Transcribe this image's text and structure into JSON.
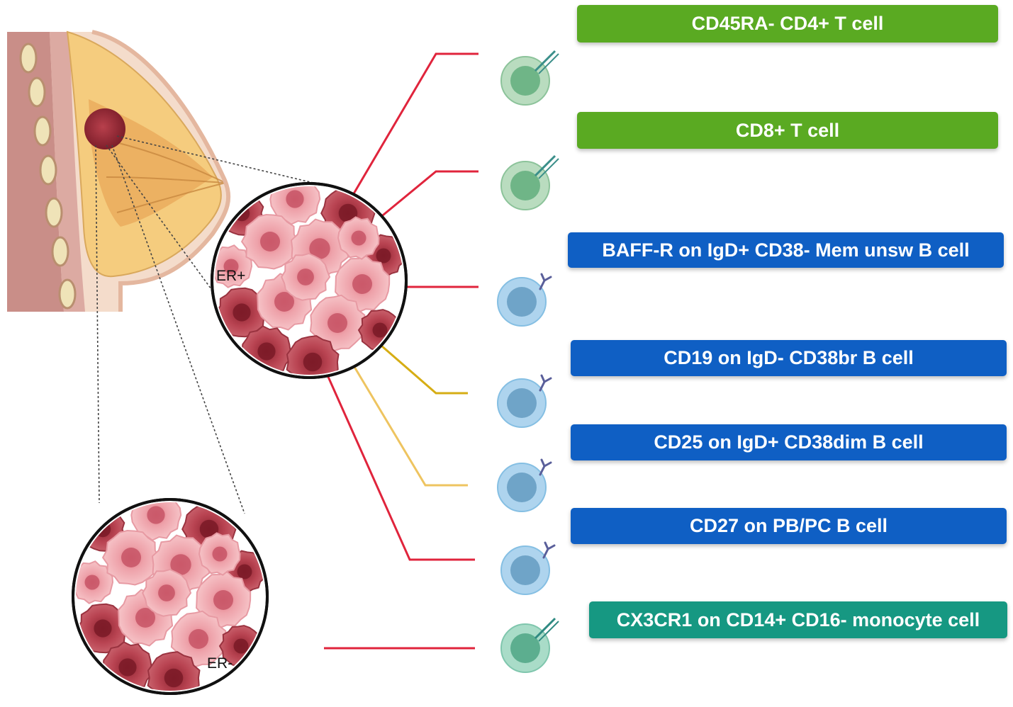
{
  "tumors": {
    "er_pos_label": "ER+",
    "er_neg_label": "ER-"
  },
  "populations": [
    {
      "label": "CD45RA- CD4+  T cell",
      "cell_type": "t-cell",
      "line_color": "#e0243c"
    },
    {
      "label": "CD8+  T cell",
      "cell_type": "t-cell",
      "line_color": "#e0243c"
    },
    {
      "label": "BAFF-R on IgD+ CD38- Mem unsw B cell",
      "cell_type": "b-cell",
      "line_color": "#e0243c"
    },
    {
      "label": "CD19 on IgD- CD38br B cell",
      "cell_type": "b-cell",
      "line_color": "#d6ad14"
    },
    {
      "label": "CD25 on IgD+ CD38dim B cell",
      "cell_type": "b-cell",
      "line_color": "#eec460"
    },
    {
      "label": "CD27 on PB/PC B cell",
      "cell_type": "b-cell",
      "line_color": "#e0243c"
    },
    {
      "label": "CX3CR1 on CD14+ CD16- monocyte cell",
      "cell_type": "monocyte",
      "line_color": "#e0243c"
    }
  ],
  "colors": {
    "green_banner": "#5aaa22",
    "blue_banner": "#0f5fc4",
    "teal_banner": "#169882",
    "red_line": "#e0243c",
    "yellow_line": "#d6ad14",
    "light_yellow_line": "#eec460"
  }
}
